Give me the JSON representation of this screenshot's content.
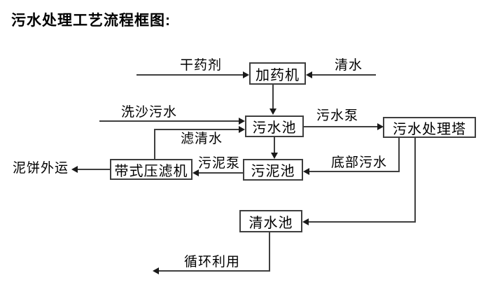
{
  "title": "污水处理工艺流程框图:",
  "nodes": {
    "dosing_machine": {
      "label": "加药机"
    },
    "sewage_pool": {
      "label": "污水池"
    },
    "treatment_tower": {
      "label": "污水处理塔"
    },
    "sludge_pool": {
      "label": "污泥池"
    },
    "belt_filter_press": {
      "label": "带式压滤机"
    },
    "clean_water_pool": {
      "label": "清水池"
    }
  },
  "flow_labels": {
    "dry_chemical": "干药剂",
    "clean_water": "清水",
    "sand_washing_sewage": "洗沙污水",
    "filtered_water": "滤清水",
    "sewage_pump": "污水泵",
    "bottom_sewage": "底部污水",
    "sludge_pump": "污泥泵",
    "mud_cake_shipped_out": "泥饼外运",
    "recycling": "循环利用"
  },
  "colors": {
    "line": "#3f3f3f",
    "arrowhead": "#1a1a1a",
    "text": "#000000",
    "background": "#ffffff"
  }
}
